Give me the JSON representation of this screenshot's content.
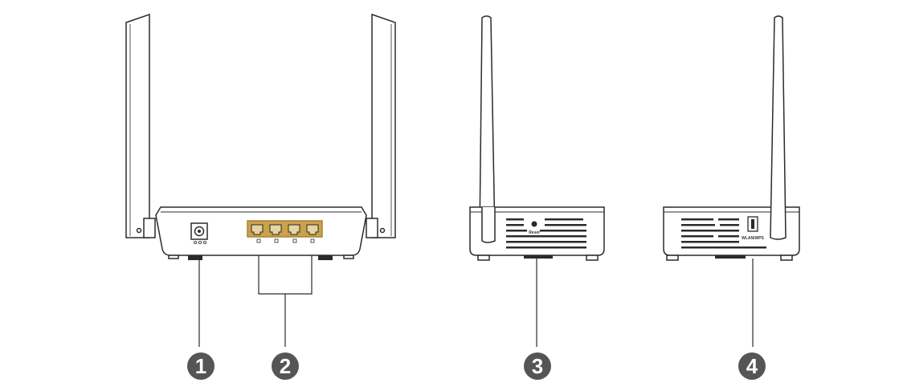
{
  "colors": {
    "line": "#2b2b2b",
    "port_fill": "#c9a24a",
    "callout_fill": "#555555",
    "background": "#ffffff"
  },
  "views": {
    "back": {
      "name": "router-back-view"
    },
    "left_side": {
      "name": "router-left-side-view",
      "button_label": "Reset"
    },
    "right_side": {
      "name": "router-right-side-view",
      "button_label": "WLAN/WPS"
    }
  },
  "callouts": [
    {
      "number": "1",
      "target": "power-jack"
    },
    {
      "number": "2",
      "target": "lan-ports"
    },
    {
      "number": "3",
      "target": "reset-button"
    },
    {
      "number": "4",
      "target": "wlan-wps-button"
    }
  ]
}
